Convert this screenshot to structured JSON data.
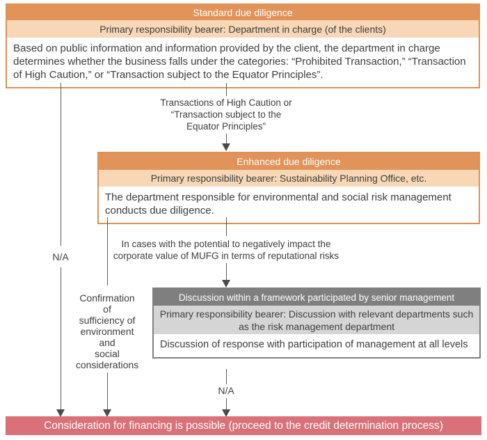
{
  "colors": {
    "orange_header": "#e2935a",
    "peach_subheader": "#f7d7b6",
    "orange_border": "#df9054",
    "gray_header": "#7f7f7f",
    "gray_subheader": "#d5d5d5",
    "result_red": "#da7078",
    "connector_line": "#5a5a5a",
    "body_text": "#3d3d3d"
  },
  "boxes": {
    "standard": {
      "title": "Standard due diligence",
      "subtitle": "Primary responsibility bearer: Department in charge (of the clients)",
      "body": "Based on public information and information provided by the client, the department in charge determines whether the business falls under the categories: “Prohibited Transaction,” “Transaction of High Caution,” or “Transaction subject to the Equator Principles”."
    },
    "enhanced": {
      "title": "Enhanced due diligence",
      "subtitle": "Primary responsibility bearer: Sustainability Planning Office, etc.",
      "body": "The department responsible for environmental and social risk management conducts due diligence."
    },
    "discussion": {
      "title": "Discussion within a framework participated by senior management",
      "subtitle": "Primary responsibility bearer: Discussion with relevant departments such as the risk management department",
      "body": "Discussion of response with participation of management at all levels"
    }
  },
  "labels": {
    "high_caution": "Transactions of High Caution or\n“Transaction subject to the\nEquator Principles”",
    "reputational": "In cases with the potential to negatively impact the\ncorporate value of MUFG in terms of reputational risks",
    "confirmation": "Confirmation\nof\nsufficiency of\nenvironment\nand\nsocial\nconsiderations",
    "na_left": "N/A",
    "na_bottom": "N/A"
  },
  "result_bar": {
    "text": "Consideration for financing is possible (proceed to the credit determination process)"
  }
}
